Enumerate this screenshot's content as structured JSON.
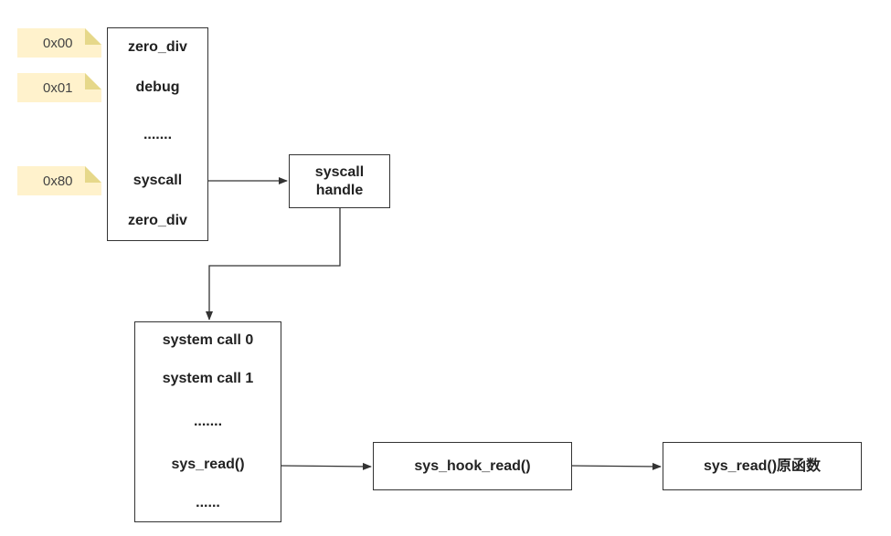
{
  "idt_table": {
    "rows": [
      "zero_div",
      "debug",
      ".......",
      "syscall",
      "zero_div"
    ]
  },
  "notes": [
    "0x00",
    "0x01",
    "0x80"
  ],
  "syscall_handle": {
    "label": "syscall\nhandle"
  },
  "syscall_table": {
    "rows": [
      "system call 0",
      "system call 1",
      ".......",
      "sys_read()",
      "......"
    ]
  },
  "hook_box": {
    "label": "sys_hook_read()"
  },
  "original_box": {
    "label": "sys_read()原函数"
  },
  "colors": {
    "note_fill": "#fff2cc",
    "note_fold": "#e6d88a",
    "stroke": "#333333"
  }
}
